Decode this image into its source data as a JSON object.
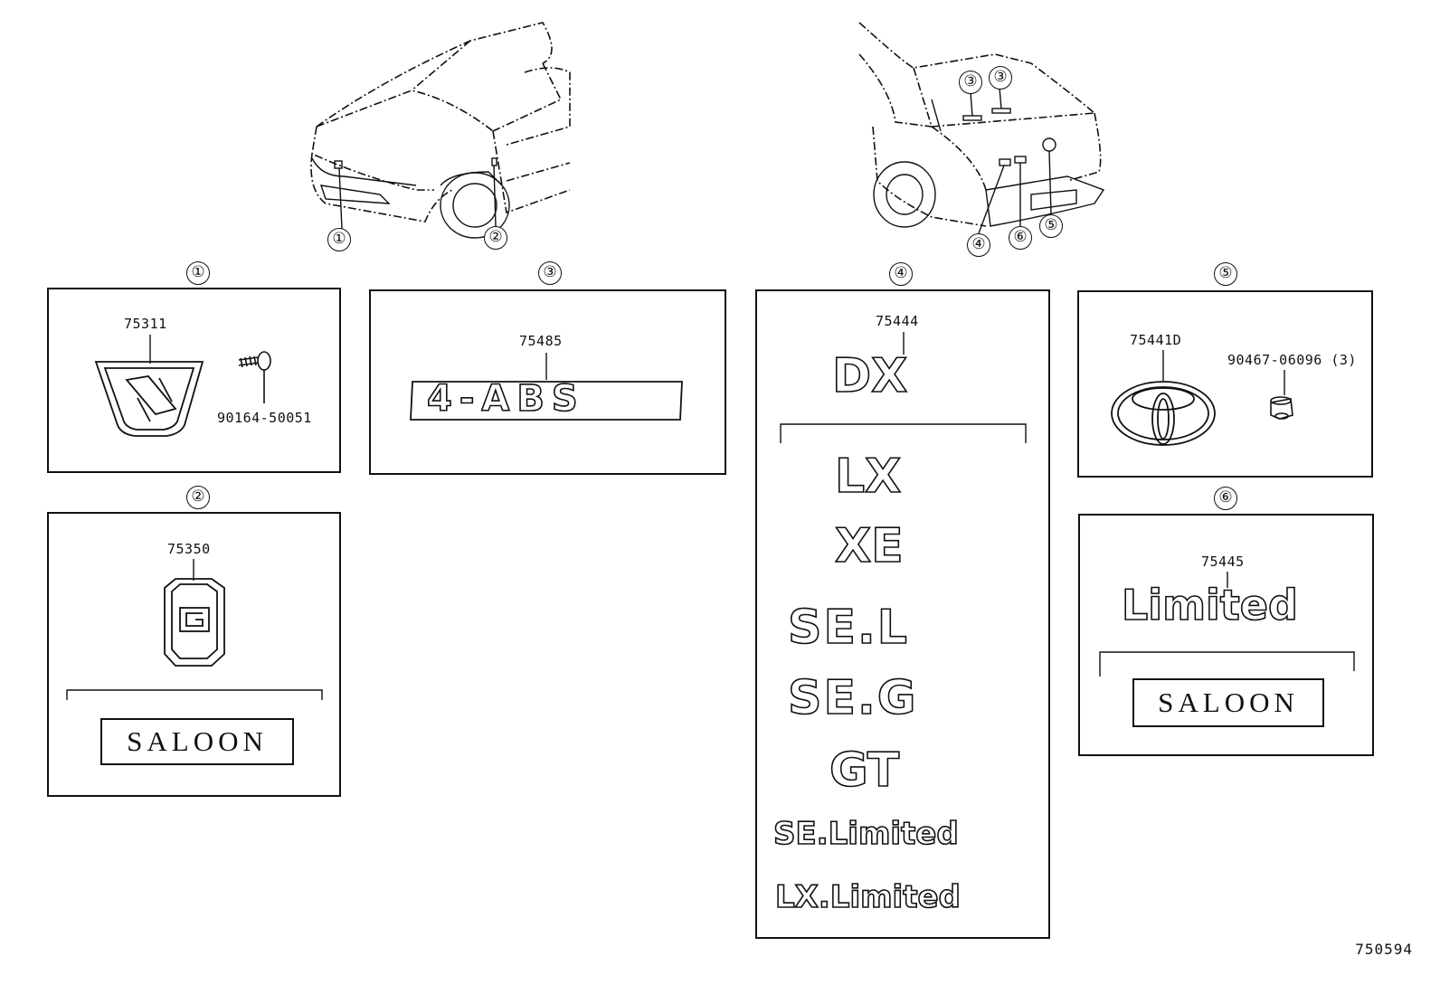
{
  "diagram_code": "750594",
  "callouts": {
    "front": [
      "①",
      "②"
    ],
    "rear_left": [
      "③",
      "③"
    ],
    "rear_bottom": [
      "④",
      "⑥",
      "⑤"
    ]
  },
  "panels": [
    {
      "id": "①",
      "parts": [
        "75311",
        "90164-50051"
      ]
    },
    {
      "id": "②",
      "parts": [
        "75350"
      ],
      "saloon": "SALOON"
    },
    {
      "id": "③",
      "parts": [
        "75485"
      ],
      "badge": "4-ABS"
    },
    {
      "id": "④",
      "parts": [
        "75444"
      ],
      "badges": [
        "DX",
        "LX",
        "XE",
        "SE.L",
        "SE.G",
        "GT",
        "SE.Limited",
        "LX.Limited"
      ]
    },
    {
      "id": "⑤",
      "parts": [
        "75441D",
        "90467-06096 (3)"
      ]
    },
    {
      "id": "⑥",
      "parts": [
        "75445"
      ],
      "badge": "Limited",
      "saloon": "SALOON"
    }
  ],
  "icons": [
    "front-car-illustration",
    "rear-car-illustration",
    "suzuki-style-emblem",
    "screw-icon",
    "g-emblem",
    "toyota-logo",
    "clip-icon"
  ]
}
